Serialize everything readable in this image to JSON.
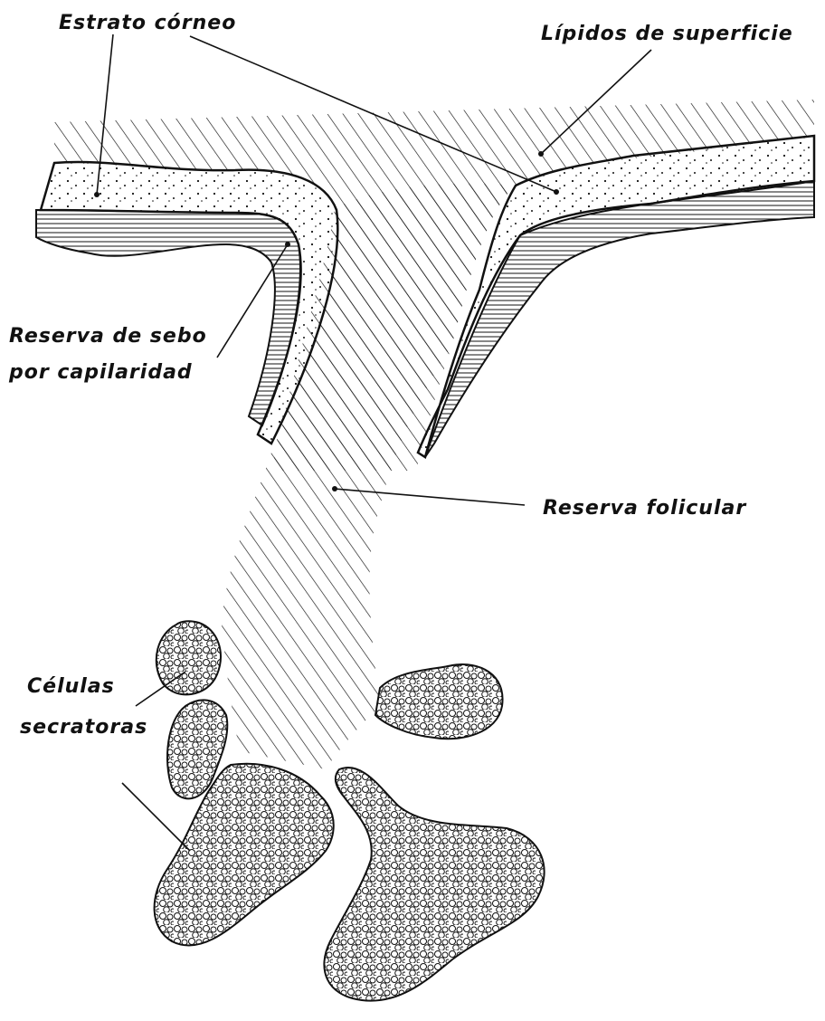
{
  "labels": {
    "estrato_corneo": "Estrato córneo",
    "lipidos_superficie": "Lípidos de superficie",
    "reserva_sebo_line1": "Reserva de sebo",
    "reserva_sebo_line2": "por capilaridad",
    "reserva_folicular": "Reserva folicular",
    "celulas_line1": "Células",
    "celulas_line2": "secratoras"
  },
  "colors": {
    "ink": "#111111",
    "paper": "#ffffff"
  }
}
